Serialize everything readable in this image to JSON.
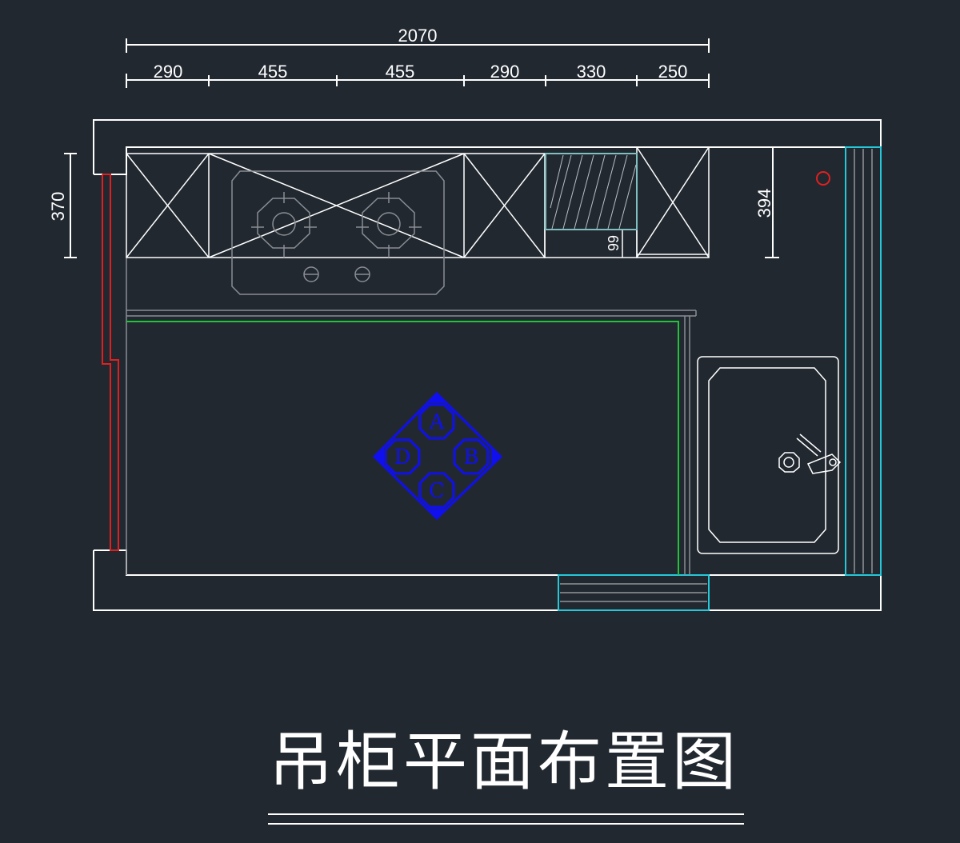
{
  "dimensions": {
    "overall_width": "2070",
    "segments": [
      "290",
      "455",
      "455",
      "290",
      "330",
      "250"
    ],
    "left_depth": "370",
    "right_depth": "394",
    "small_gap": "99"
  },
  "markers": {
    "a": "A",
    "b": "B",
    "c": "C",
    "d": "D"
  },
  "title": "吊柜平面布置图",
  "colors": {
    "background": "#212830",
    "line": "#ffffff",
    "counter_outline": "#22c33a",
    "window": "#e02020",
    "door": "#25c8d8",
    "marker": "#1010ee",
    "dim_line": "#ffffff"
  },
  "icons": {
    "stove": "gas-stove-icon",
    "sink": "sink-icon",
    "faucet": "faucet-icon",
    "compass": "view-direction-icon"
  }
}
